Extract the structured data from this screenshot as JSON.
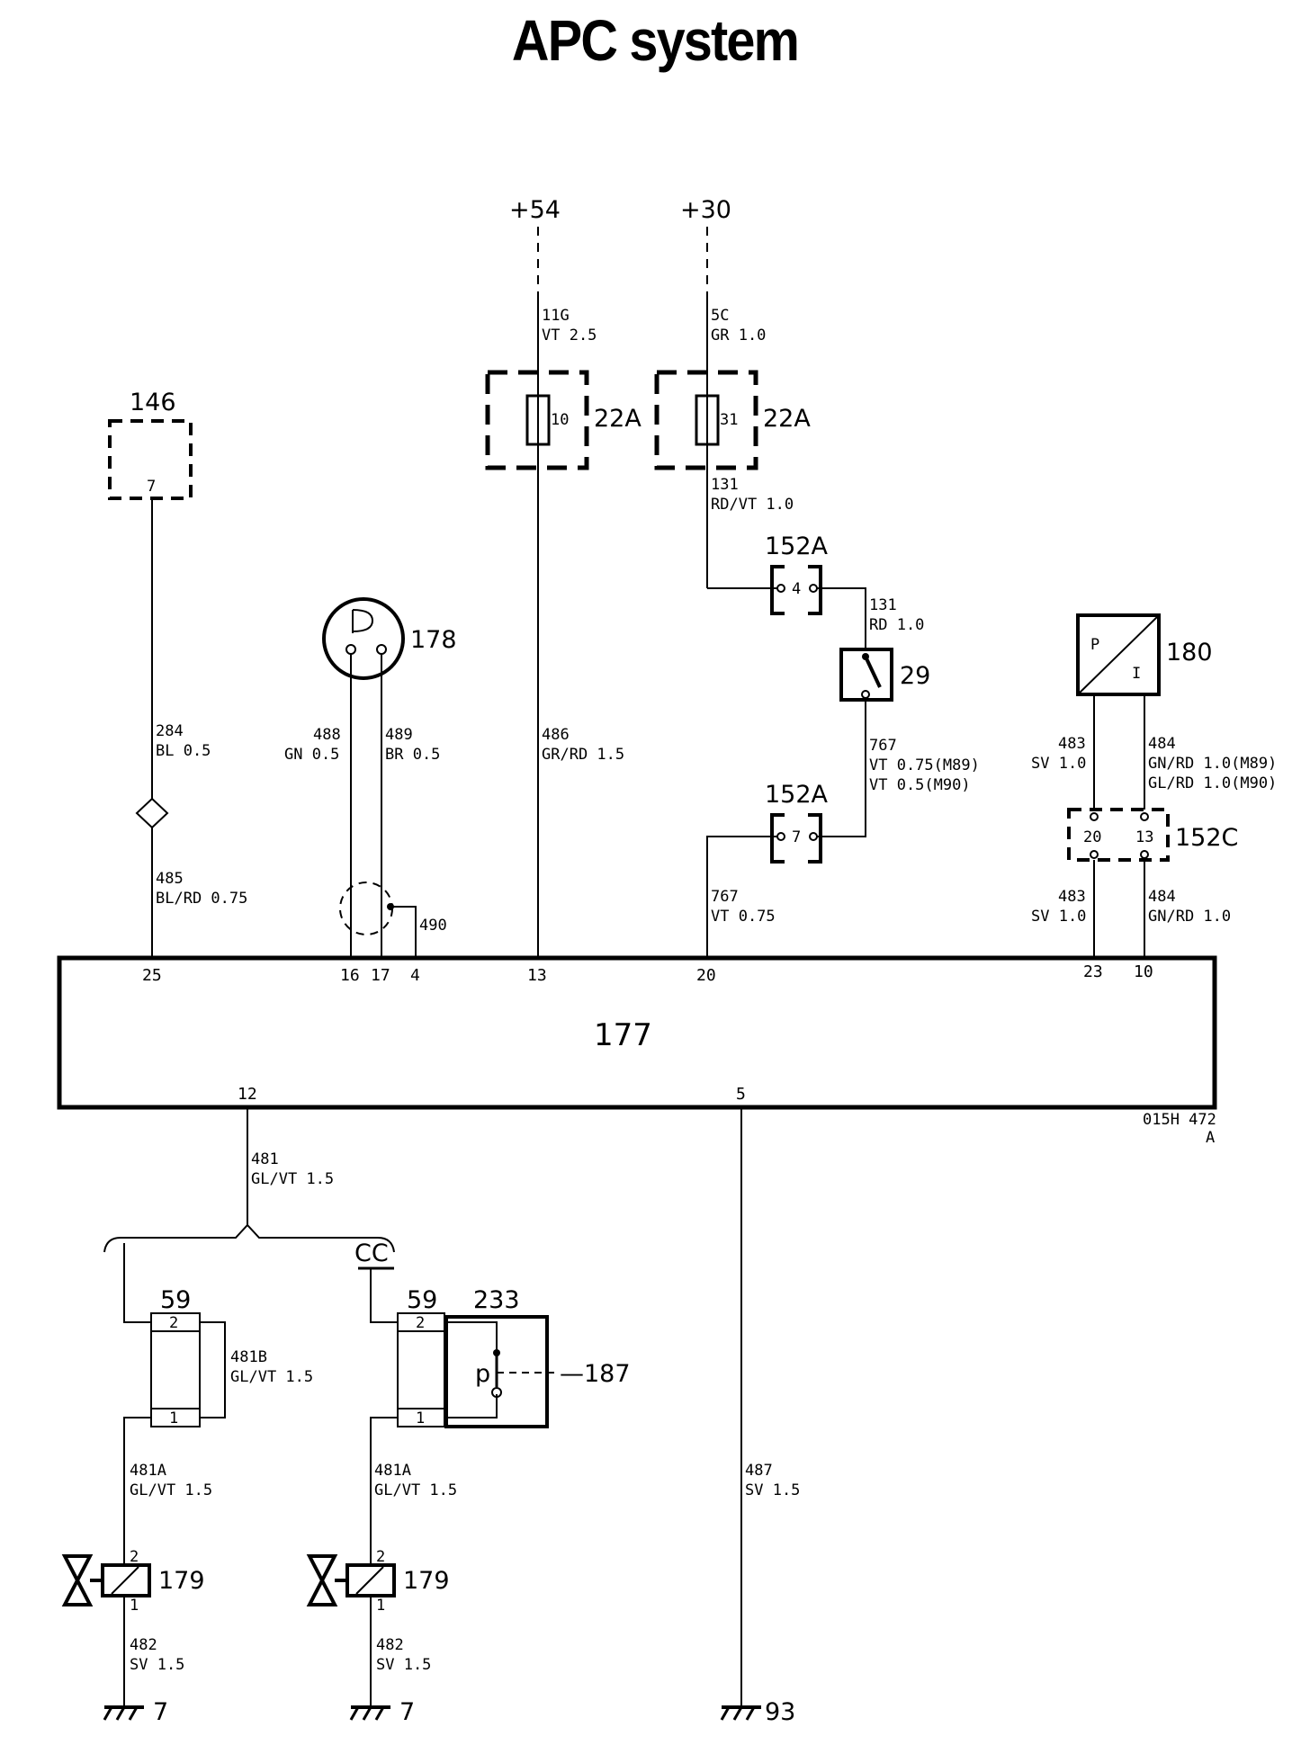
{
  "title": "APC system",
  "supply": {
    "p54": "+54",
    "p30": "+30"
  },
  "wires": {
    "w11g": [
      "11G",
      "VT 2.5"
    ],
    "w5c": [
      "5C",
      "GR 1.0"
    ],
    "w131a": [
      "131",
      "RD/VT 1.0"
    ],
    "w131b": [
      "131",
      "RD 1.0"
    ],
    "w767a": [
      "767",
      "VT 0.75(M89)",
      "VT 0.5(M90)"
    ],
    "w767b": [
      "767",
      "VT 0.75"
    ],
    "w284": [
      "284",
      "BL 0.5"
    ],
    "w485": [
      "485",
      "BL/RD 0.75"
    ],
    "w488": [
      "488",
      "GN 0.5"
    ],
    "w489": [
      "489",
      "BR 0.5"
    ],
    "w486": [
      "486",
      "GR/RD 1.5"
    ],
    "w483a": [
      "483",
      "SV 1.0"
    ],
    "w484a": [
      "484",
      "GN/RD 1.0(M89)",
      "GL/RD 1.0(M90)"
    ],
    "w483b": [
      "483",
      "SV 1.0"
    ],
    "w484b": [
      "484",
      "GN/RD 1.0"
    ],
    "w481": [
      "481",
      "GL/VT 1.5"
    ],
    "w481b": [
      "481B",
      "GL/VT 1.5"
    ],
    "w481a_l": [
      "481A",
      "GL/VT 1.5"
    ],
    "w481a_r": [
      "481A",
      "GL/VT 1.5"
    ],
    "w482_l": [
      "482",
      "SV 1.5"
    ],
    "w482_r": [
      "482",
      "SV 1.5"
    ],
    "w487": [
      "487",
      "SV 1.5"
    ],
    "w490": "490"
  },
  "components": {
    "fuse_a": {
      "label": "22A",
      "pin": "10"
    },
    "fuse_b": {
      "label": "22A",
      "pin": "31"
    },
    "c146": {
      "label": "146",
      "pin": "7"
    },
    "c178": {
      "label": "178"
    },
    "c152a_top": {
      "label": "152A",
      "pin": "4"
    },
    "c152a_bot": {
      "label": "152A",
      "pin": "7"
    },
    "c29": {
      "label": "29"
    },
    "c180": {
      "label": "180",
      "p": "P",
      "i": "I"
    },
    "c152c": {
      "label": "152C",
      "pin_a": "20",
      "pin_b": "13"
    },
    "c177": {
      "label": "177",
      "top_pins": [
        "25",
        "16",
        "17",
        "4",
        "13",
        "20",
        "23",
        "10"
      ],
      "bottom_pins": [
        "12",
        "5"
      ]
    },
    "c59_l": {
      "label": "59",
      "pin_top": "2",
      "pin_bot": "1"
    },
    "c59_r": {
      "label": "59",
      "pin_top": "2",
      "pin_bot": "1"
    },
    "c233": {
      "label": "233",
      "p": "p"
    },
    "c187": "—187",
    "cc": "CC",
    "c179_l": {
      "label": "179",
      "pin_top": "2",
      "pin_bot": "1"
    },
    "c179_r": {
      "label": "179",
      "pin_top": "2",
      "pin_bot": "1"
    },
    "gnd_l": "7",
    "gnd_r": "7",
    "gnd_93": "93"
  },
  "ref": [
    "015H 472",
    "A"
  ]
}
